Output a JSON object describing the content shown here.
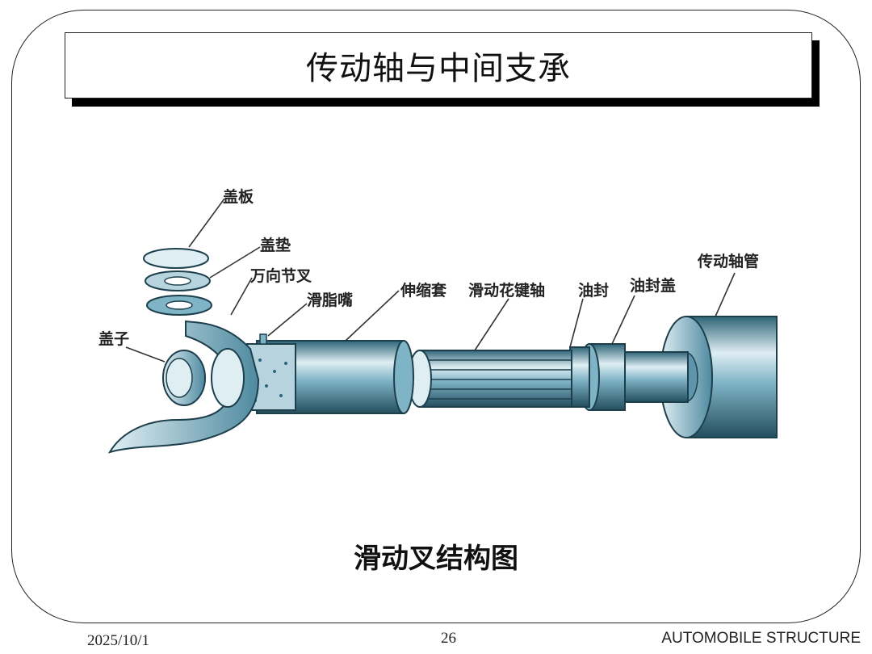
{
  "slide": {
    "title": "传动轴与中间支承",
    "caption": "滑动叉结构图",
    "footer": {
      "date": "2025/10/1",
      "page": "26",
      "brand": "AUTOMOBILE STRUCTURE"
    }
  },
  "figure": {
    "labels": {
      "cover_plate": "盖板",
      "cover_gasket": "盖垫",
      "universal_yoke": "万向节叉",
      "grease_nipple": "滑脂嘴",
      "dust_cap": "盖子",
      "telescopic_sleeve": "伸缩套",
      "sliding_spline_shaft": "滑动花键轴",
      "oil_seal": "油封",
      "oil_seal_cover": "油封盖",
      "shaft_tube": "传动轴管"
    },
    "colors": {
      "metal_light": "#dfeef3",
      "metal_mid": "#7fb3c6",
      "metal_dark": "#2e6478"
    }
  }
}
